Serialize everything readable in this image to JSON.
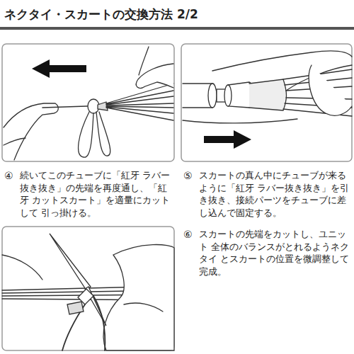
{
  "diagram": {
    "title": "ネクタイ・スカートの交換方法 2/2",
    "labels": [
      "④",
      "続いてこのチューブに「紅牙 ラバー 抜き抜き」の先端を再度通し、「紅牙 カットスカート」を適量にカットして 引っ掛ける。",
      "⑤",
      "スカートの真ん中にチューブが来る ように「紅牙 ラバー抜き抜き」を引 き抜き、接続パーツをチューブに差 し込んで固定する。",
      "⑥",
      "スカートの先端をカットし、ユニット 全体のバランスがとれるようネクタイ とスカートの位置を微調整して完成。"
    ]
  }
}
